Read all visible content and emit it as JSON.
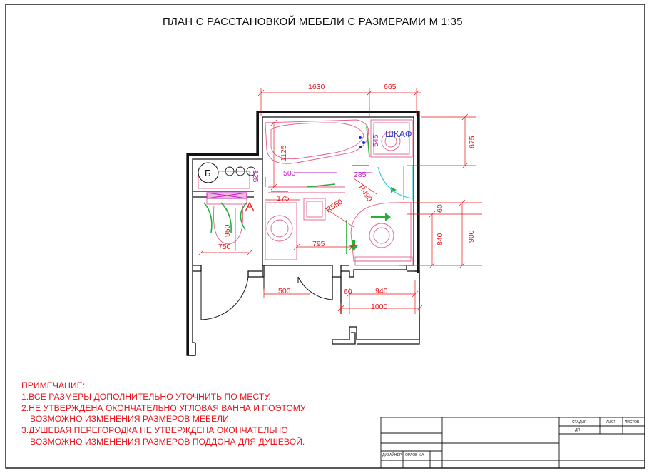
{
  "title": "ПЛАН С РАССТАНОВКОЙ МЕБЕЛИ С РАЗМЕРАМИ  М 1:35",
  "rooms": {
    "wardrobe_label": "ШКАФ",
    "boiler_label": "Б"
  },
  "dimensions": {
    "d1630": "1630",
    "d665": "665",
    "d675": "675",
    "d1125": "1125",
    "d545": "545",
    "d500_top": "500",
    "d285": "285",
    "d125": "125",
    "d175": "175",
    "d490": "R490",
    "d550": "R550",
    "d60_right": "60",
    "d840": "840",
    "d900": "900",
    "d950": "950",
    "d750": "750",
    "d795": "795",
    "d500_bottom": "500",
    "d60_bottom": "60",
    "d940": "940",
    "d1000": "1000"
  },
  "notes": {
    "heading": "ПРИМЕЧАНИЕ:",
    "n1": "1.ВСЕ РАЗМЕРЫ ДОПОЛНИТЕЛЬНО УТОЧНИТЬ ПО МЕСТУ.",
    "n2a": "2.НЕ УТВЕРЖДЕНА ОКОНЧАТЕЛЬНО УГЛОВАЯ ВАННА И ПОЭТОМУ",
    "n2b": "ВОЗМОЖНО ИЗМЕНЕНИЯ РАЗМЕРОВ МЕБЕЛИ.",
    "n3a": "3.ДУШЕВАЯ ПЕРЕГОРОДКА НЕ УТВЕРЖДЕНА ОКОНЧАТЕЛЬНО",
    "n3b": "ВОЗМОЖНО ИЗМЕНЕНИЯ РАЗМЕРОВ ПОДДОНА ДЛЯ ДУШЕВОЙ."
  },
  "title_block": {
    "stage_label": "СТАДИЯ",
    "sheet_label": "ЛИСТ",
    "sheets_label": "ЛИСТОВ",
    "stage_value": "ДП",
    "designer_label": "ДИЗАЙНЕР",
    "designer_name": "ОРЛОВ К.А"
  },
  "colors": {
    "wall": "#111111",
    "dimension": "#e8141b",
    "furniture": "#e0608a",
    "accent_green": "#22b03a",
    "accent_cyan": "#3bc6d8",
    "accent_magenta": "#c21cc8",
    "accent_blue": "#1a2fd1"
  }
}
